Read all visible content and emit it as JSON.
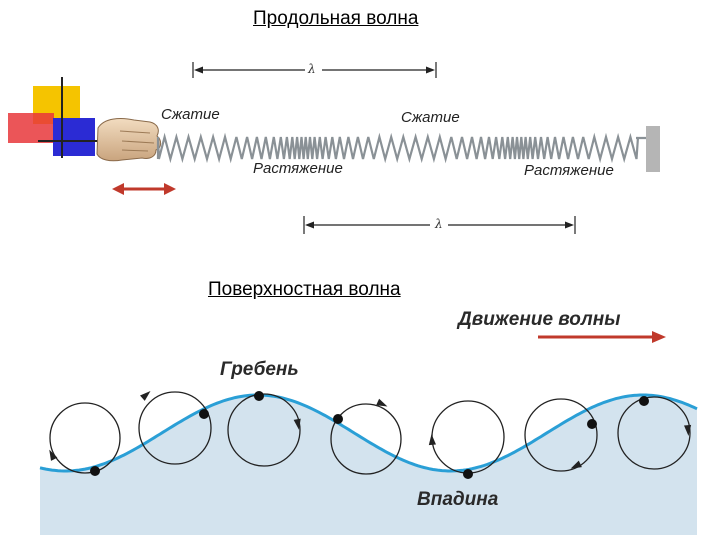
{
  "longitudinal": {
    "title": "Продольная волна",
    "compression_label": "Сжатие",
    "rarefaction_label": "Растяжение",
    "wavelength_symbol": "λ"
  },
  "surface": {
    "title": "Поверхностная волна",
    "direction_label": "Движение волны",
    "crest_label": "Гребень",
    "trough_label": "Впадина"
  },
  "colors": {
    "spring": "#8a9196",
    "arrow_red": "#c0392b",
    "wave_line": "#2a9fd6",
    "water": "#d3e3ee",
    "deco_yellow": "#f5c400",
    "deco_red": "#e8373b",
    "deco_blue": "#2b2bd4"
  }
}
